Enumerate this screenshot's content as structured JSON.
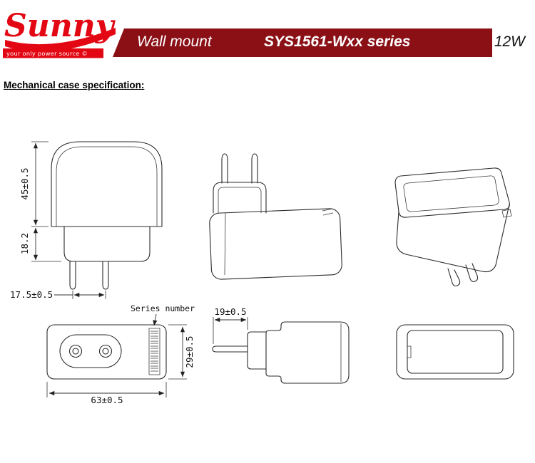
{
  "header": {
    "brand": "Sunny",
    "tagline": "your only power source ©",
    "product_type": "Wall mount",
    "series": "SYS1561-Wxx series",
    "wattage": "12W",
    "colors": {
      "logo_red": "#e30613",
      "bar_maroon": "#8a1016"
    }
  },
  "section_title": "Mechanical case specification:",
  "drawings": {
    "front_view": {
      "dim_body_height": "45±0.5",
      "dim_plug_height": "18.2",
      "dim_pin_spacing": "17.5±0.5"
    },
    "side_view": {
      "dim_pin_length": "19±0.5"
    },
    "bottom_view": {
      "series_label": "Series number",
      "dim_height": "29±0.5",
      "dim_width": "63±0.5"
    }
  }
}
